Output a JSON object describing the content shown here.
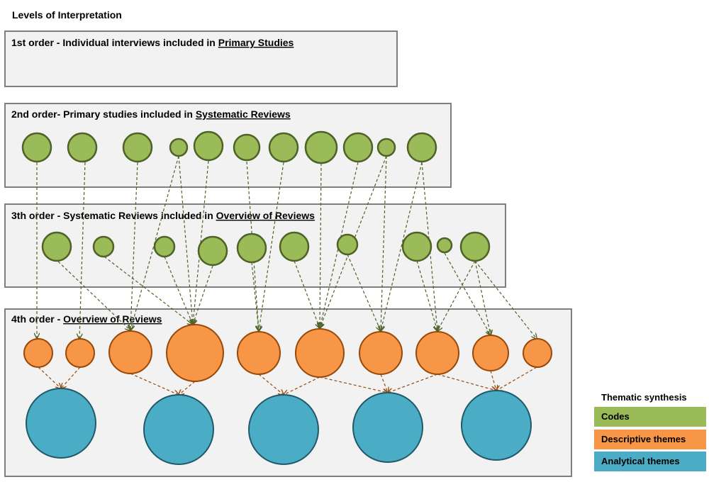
{
  "title": "Levels of Interpretation",
  "levels": [
    {
      "prefix": "1st order - Individual interviews included in ",
      "link": "Primary Studies"
    },
    {
      "prefix": "2nd order- Primary studies included in ",
      "link": "Systematic Reviews"
    },
    {
      "prefix": "3th order - Systematic Reviews included in ",
      "link": "Overview of Reviews"
    },
    {
      "prefix": "4th order - ",
      "link": "Overview of Reviews"
    }
  ],
  "legend": {
    "title": "Thematic synthesis",
    "items": [
      {
        "label": "Codes",
        "color": "#9bbb59"
      },
      {
        "label": "Descriptive themes",
        "color": "#f79646"
      },
      {
        "label": "Analytical themes",
        "color": "#4bacc6"
      }
    ]
  },
  "colors": {
    "box_fill": "#f2f2f2",
    "box_stroke": "#7f7f7f",
    "codes": "#9bbb59",
    "descriptive": "#f79646",
    "analytical": "#4bacc6"
  }
}
